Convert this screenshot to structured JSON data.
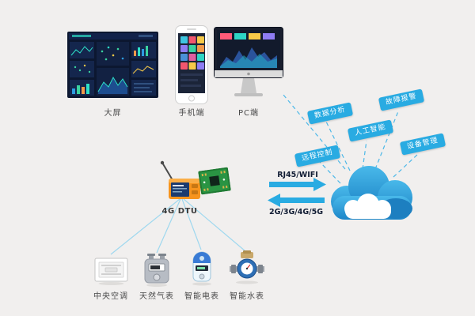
{
  "colors": {
    "background": "#f1efee",
    "accent_blue": "#29abe2",
    "cloud_blue": "#2b9fdd",
    "cloud_shadow": "#1d7fc0",
    "screen_dark": "#0c1730"
  },
  "terminals": {
    "big_screen": {
      "label": "大屏"
    },
    "mobile": {
      "label": "手机端"
    },
    "pc": {
      "label": "PC端"
    }
  },
  "cloud_tags": [
    {
      "label": "数据分析"
    },
    {
      "label": "人工智能"
    },
    {
      "label": "故障报警"
    },
    {
      "label": "设备管理"
    },
    {
      "label": "远程控制"
    }
  ],
  "gateway": {
    "label": "4G DTU"
  },
  "links": {
    "uplink": "RJ45/WIFI",
    "downlink": "2G/3G/4G/5G"
  },
  "devices": [
    {
      "label": "中央空调"
    },
    {
      "label": "天然气表"
    },
    {
      "label": "智能电表"
    },
    {
      "label": "智能水表"
    }
  ]
}
